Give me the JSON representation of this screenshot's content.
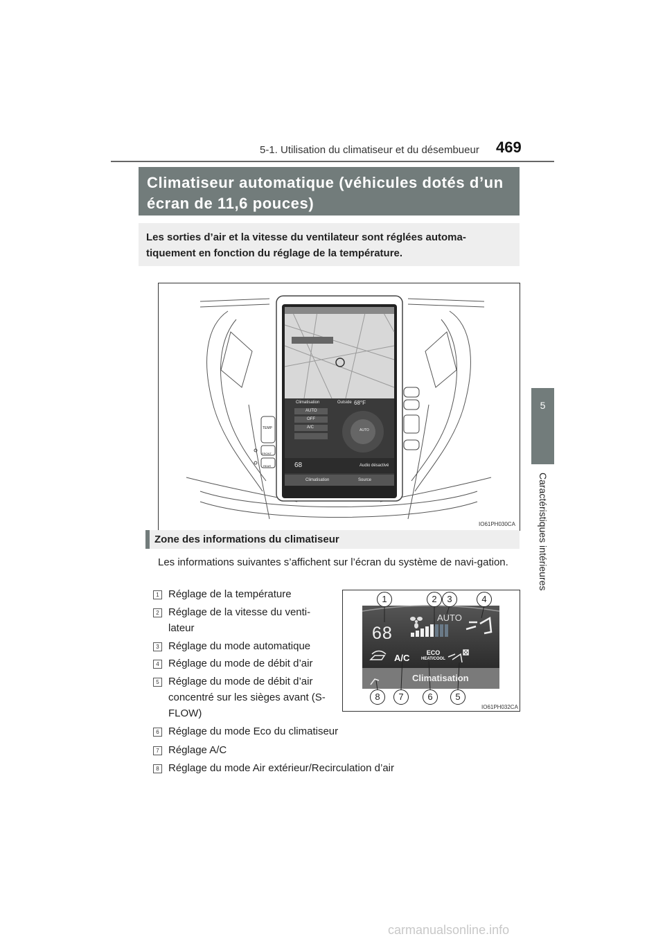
{
  "header": {
    "section": "5-1. Utilisation du climatiseur et du désembueur",
    "page_number": "469"
  },
  "chapter_tab": {
    "number": "5",
    "label": "Caractéristiques intérieures"
  },
  "title": "Climatiseur automatique (véhicules dotés d’un écran de 11,6 pouces)",
  "intro": "Les sorties d’air et la vitesse du ventilateur sont réglées automa-tiquement en fonction du réglage de la température.",
  "figure1": {
    "code": "IO61PH030CA",
    "screen": {
      "climate_title": "Climatisation",
      "outside_label": "Outside",
      "outside_temp": "68°F",
      "buttons": [
        "AUTO",
        "OFF",
        "A/C"
      ],
      "temp_button": "TEMP",
      "front_button": "FRONT",
      "rear_button": "REAR",
      "auto_label": "AUTO",
      "bottom_temp": "68",
      "audio_status": "Audio désactivé",
      "tab_left": "Climatisation",
      "tab_right": "Source"
    }
  },
  "subsection": "Zone des informations du climatiseur",
  "paragraph": "Les informations suivantes s’affichent sur l’écran du système de navi-gation.",
  "items": [
    {
      "num": "1",
      "text": "Réglage de la température"
    },
    {
      "num": "2",
      "text": "Réglage de la vitesse du venti-lateur"
    },
    {
      "num": "3",
      "text": "Réglage du mode automatique"
    },
    {
      "num": "4",
      "text": "Réglage du mode de débit d’air"
    },
    {
      "num": "5",
      "text": "Réglage du mode de débit d’air concentré sur les sièges avant (S-FLOW)"
    },
    {
      "num": "6",
      "text": "Réglage du mode Eco du climatiseur"
    },
    {
      "num": "7",
      "text": "Réglage A/C"
    },
    {
      "num": "8",
      "text": "Réglage du mode Air extérieur/Recirculation d’air"
    }
  ],
  "figure2": {
    "code": "IO61PH032CA",
    "callouts": [
      "1",
      "2",
      "3",
      "4",
      "5",
      "6",
      "7",
      "8"
    ],
    "temp": "68",
    "auto": "AUTO",
    "ac": "A/C",
    "eco_top": "ECO",
    "eco_bottom": "HEAT/COOL",
    "clim": "Climatisation"
  },
  "watermark": "carmanualsonline.info"
}
